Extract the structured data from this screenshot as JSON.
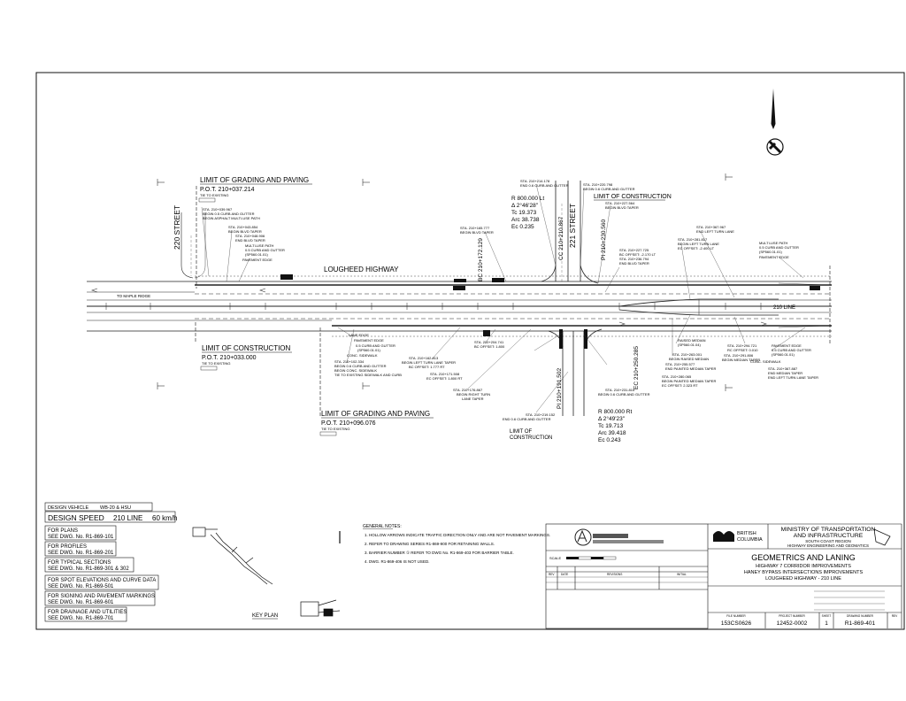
{
  "streets": {
    "street_220": "220 STREET",
    "street_221": "221 STREET",
    "lougheed": "LOUGHEED HIGHWAY",
    "to_maple_ridge": "TO MAPLE RIDGE"
  },
  "north_arrow": {
    "icon": "north-arrow-icon"
  },
  "limits": {
    "grading_top_title": "LIMIT OF GRADING AND PAVING",
    "grading_top_pot": "P.O.T. 210+037.214",
    "grading_top_tie": "TIE TO EXISTING",
    "construction_left_title": "LIMIT OF CONSTRUCTION",
    "construction_left_pot": "P.O.T. 210+033.000",
    "construction_left_tie": "TIE TO EXISTING",
    "grading_bottom_title": "LIMIT OF GRADING AND PAVING",
    "grading_bottom_pot": "P.O.T. 210+096.076",
    "grading_bottom_tie": "TIE TO EXISTING",
    "construction_top_right": "LIMIT OF CONSTRUCTION",
    "construction_bottom_line1": "LIMIT OF",
    "construction_bottom_line2": "CONSTRUCTION"
  },
  "curves": {
    "top": {
      "r": "R  800.000 Lt",
      "delta": "Δ  2°46'28\"",
      "tc": "Tc  19.373",
      "arc": "Arc  38.738",
      "ec": "Ec  0.235"
    },
    "bottom": {
      "r": "R  800.000 Rt",
      "delta": "Δ  2°49'23\"",
      "tc": "Tc  19.713",
      "arc": "Arc  39.418",
      "ec": "Ec  0.243"
    }
  },
  "vertical_labels": {
    "bc_172": "BC 210+172.129",
    "cc_210": "CC 210+210.867",
    "pi_230": "PI 210+230.560",
    "pi_191": "PI 210+191.502",
    "ec_250": "EC 210+250.285"
  },
  "line_label": "210 LINE",
  "callouts": {
    "c1": [
      "STA. 210+039.967",
      "BEGIN 0.5 CURB AND GUTTER",
      "BEGIN ASPHALT MULTI-USE PATH"
    ],
    "c2": [
      "STA. 210+043.854",
      "BEGIN BLVD TAPER",
      "STA. 210+048.906",
      "END BLVD TAPER"
    ],
    "c3": [
      "MULTI-USE PATH",
      "0.5 CURB AND GUTTER",
      "(SP560.01.01)",
      "PAVEMENT EDGE"
    ],
    "c4": [
      "STA. 210+165.777",
      "BEGIN BLVD TAPER"
    ],
    "c5": [
      "STA. 210+214.178",
      "END 0.6 CURB AND GUTTER"
    ],
    "c6": [
      "STA. 210+220.798",
      "BEGIN 0.6 CURB AND GUTTER"
    ],
    "c7": [
      "STA. 210+227.564",
      "BEGIN BLVD TAPER"
    ],
    "c8": [
      "STA. 210+227.725",
      "BC OFFSET: -2.170 LT",
      "STA. 210+236.794",
      "END BLVD TAPER"
    ],
    "c9": [
      "STA. 210+281.817",
      "BEGIN LEFT TURN LANE",
      "EC OFFSET: -2.400 LT"
    ],
    "c10": [
      "STA. 210+367.967",
      "END LEFT TURN LANE"
    ],
    "c11": [
      "MULTI-USE PATH",
      "0.5 CURB AND GUTTER",
      "(SP560.01.01)",
      "PAVEMENT EDGE"
    ],
    "c12": [
      "LANE EDGE",
      "PAVEMENT EDGE",
      "0.5 CURB AND GUTTER",
      "(SP560.01.01)",
      "CONC. SIDEWALK"
    ],
    "c13": [
      "STA. 210+102.334",
      "BEGIN 0.6 CURB AND GUTTER",
      "BEGIN CONC. SIDEWALK",
      "TIE TO EXISTING SIDEWALK AND CURB"
    ],
    "c14": [
      "STA. 210+162.813",
      "BEGIN LEFT TURN LANE TAPER",
      "BC OFFSET: 1.777 RT"
    ],
    "c15": [
      "STA. 210+204.741",
      "BC OFFSET: 1.800"
    ],
    "c16": [
      "STA. 210+171.508",
      "EC OFFSET: 1.800 RT"
    ],
    "c17": [
      "STA. 210+176.867",
      "BEGIN RIGHT TURN",
      "LANE TAPER"
    ],
    "c18": [
      "STA. 210+231.815",
      "BEGIN 0.6 CURB AND GUTTER"
    ],
    "c19": [
      "STA. 210+255.577",
      "END PAINTED MEDIAN TAPER"
    ],
    "c20": [
      "STA. 210+280.065",
      "BEGIN PAINTED MEDIAN TAPER",
      "EC OFFSET: 2.323 RT"
    ],
    "c21": [
      "RAISED MEDIAN",
      "(SP560.01.04)"
    ],
    "c22": [
      "STA. 210+263.001",
      "BEGIN RAISED MEDIAN"
    ],
    "c23": [
      "STA. 210+291.806",
      "BEGIN MEDIAN TAPER"
    ],
    "c24": [
      "STA. 210+294.721",
      "RC OFFSET: 0.010"
    ],
    "c25": [
      "PAVEMENT EDGE",
      "0.5 CURB AND GUTTER",
      "(SP560.01.01)",
      "CONC. SIDEWALK"
    ],
    "c26": [
      "STA. 210+367.887",
      "END MEDIAN TAPER",
      "END LEFT TURN LANE TAPER"
    ],
    "c27": [
      "STA. 210+219.152",
      "END 0.6 CURB AND GUTTER"
    ]
  },
  "design": {
    "vehicle_label": "DESIGN VEHICLE",
    "vehicle_value": "WB-20 & HSU",
    "speed_label": "DESIGN SPEED",
    "speed_line": "210 LINE",
    "speed_value": "60 km/h"
  },
  "references": [
    {
      "title": "FOR PLANS",
      "ref": "SEE DWG. No. R1-869-101"
    },
    {
      "title": "FOR PROFILES",
      "ref": "SEE DWG. No. R1-869-201"
    },
    {
      "title": "FOR TYPICAL SECTIONS",
      "ref": "SEE DWG. No. R1-869-301 & 302"
    },
    {
      "title": "FOR SPOT ELEVATIONS AND CURVE DATA",
      "ref": "SEE DWG. No. R1-869-501"
    },
    {
      "title": "FOR SIGNING AND PAVEMENT MARKINGS",
      "ref": "SEE DWG. No. R1-869-601"
    },
    {
      "title": "FOR DRAINAGE AND UTILITIES",
      "ref": "SEE DWG. No. R1-869-701"
    }
  ],
  "key_plan": {
    "title": "KEY PLAN"
  },
  "general_notes": {
    "title": "GENERAL NOTES:",
    "items": [
      "1.  HOLLOW ARROWS INDICATE TRAFFIC DIRECTION ONLY AND ARE NOT PAVEMENT MARKINGS.",
      "2.  REFER TO DRAWING SERIES R1-869-900 FOR RETAINING WALLS.",
      "3.  BARRIER NUMBER ① REFER TO DWG No. R1-869-403 FOR BARRIER TABLE.",
      "4.  DWG. R1-869-406 IS NOT USED."
    ]
  },
  "title_block": {
    "ministry_line1": "MINISTRY OF TRANSPORTATION",
    "ministry_line2": "AND INFRASTRUCTURE",
    "region": "SOUTH COAST REGION",
    "dept": "HIGHWAY ENGINEERING AND GEOMATICS",
    "province_line1": "BRITISH",
    "province_line2": "COLUMBIA",
    "drawing_title": "GEOMETRICS AND LANING",
    "sub1": "HIGHWAY 7 CORRIDOR IMPROVEMENTS",
    "sub2": "HANEY BYPASS INTERSECTIONS IMPROVEMENTS",
    "sub3": "LOUGHEED HIGHWAY - 210 LINE",
    "scale_label": "SCALE",
    "rev_headers": [
      "REV",
      "DATE",
      "REVISIONS",
      "INITIAL"
    ],
    "file_number_label": "FILE NUMBER",
    "file_number": "153CS0626",
    "project_number_label": "PROJECT NUMBER",
    "project_number": "12452-0002",
    "sheet_label": "SHEET",
    "sheet": "1",
    "drawing_number_label": "DRAWING NUMBER",
    "drawing_number": "R1-869-401",
    "rev_label": "REV"
  }
}
